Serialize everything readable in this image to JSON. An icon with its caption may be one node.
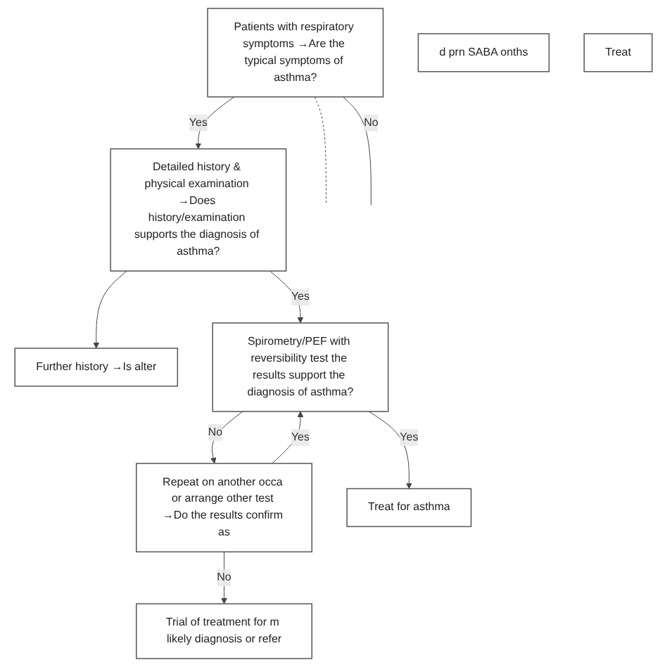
{
  "diagram": {
    "nodes": [
      {
        "text": [
          "Patients with respiratory symptoms →Are the typical symptoms of asthma?"
        ]
      },
      {
        "text": [
          "Detailed history & physical examination →Does history/examination supports the diagnosis of asthma?"
        ]
      },
      {
        "text": [
          "Further history →Is alter"
        ]
      },
      {
        "text": [
          "Spirometry/PEF with reversibility test the results support the diagnosis of asthma?"
        ]
      },
      {
        "text": [
          "d prn SABA onths"
        ]
      },
      {
        "text": [
          "Repeat on another occa or arrange other test →Do the results confirm as"
        ]
      },
      {
        "text": [
          "Trial of treatment for m likely diagnosis or refer"
        ]
      },
      {
        "text": [
          "Treat for asthma"
        ]
      },
      {
        "text": [
          "Treat"
        ]
      }
    ],
    "edges": [
      {
        "from": 0,
        "to": null,
        "arrow": "none",
        "style": "dashed"
      },
      {
        "from": 0,
        "to": 1,
        "label": "Yes",
        "arrow": "to"
      },
      {
        "from": 0,
        "to": null,
        "label": "No",
        "arrow": "none"
      },
      {
        "from": 1,
        "to": 2,
        "arrow": "to"
      },
      {
        "from": 1,
        "to": 3,
        "label": "Yes",
        "arrow": "to"
      },
      {
        "from": 3,
        "to": 5,
        "label": "No",
        "arrow": "to"
      },
      {
        "from": 5,
        "to": 3,
        "label": "Yes",
        "arrow": "to"
      },
      {
        "from": 3,
        "to": 7,
        "label": "Yes",
        "arrow": "to"
      },
      {
        "from": 5,
        "to": 6,
        "label": "No",
        "arrow": "to"
      }
    ]
  }
}
